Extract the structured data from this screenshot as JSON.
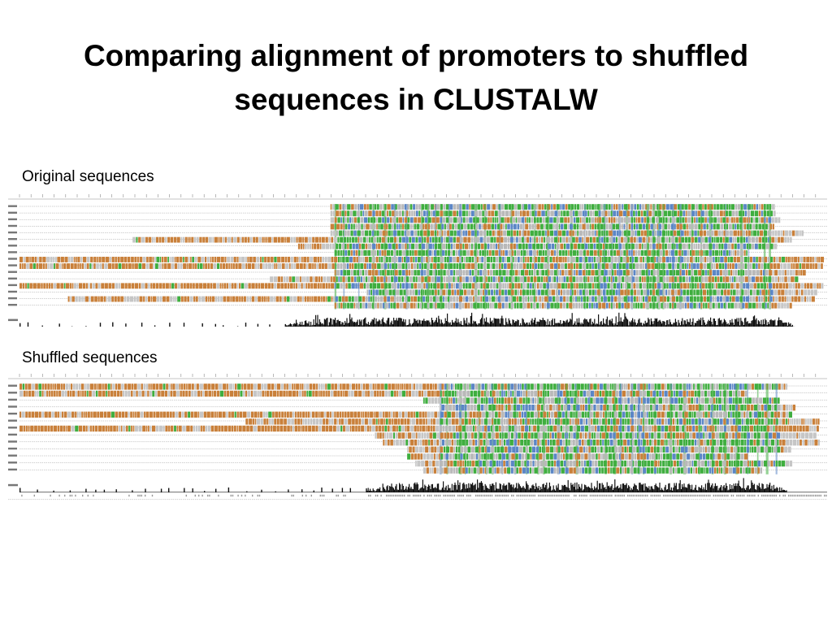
{
  "slide": {
    "title_line1": "Comparing alignment of promoters to shuffled",
    "title_line2": "sequences in CLUSTALW"
  },
  "sections": {
    "original_label": "Original sequences",
    "shuffled_label": "Shuffled sequences"
  },
  "colors": {
    "orange": "#c9803a",
    "green": "#3fae3f",
    "blue": "#5b86c6",
    "dashes": "#9a9a9a",
    "ruler": "#8a8a8a",
    "histogram": "#111111"
  },
  "alignments": [
    {
      "id": "original",
      "rows": [
        {
          "start": 0.385,
          "end": 0.935,
          "orange": 0.25
        },
        {
          "start": 0.385,
          "end": 0.935,
          "orange": 0.25
        },
        {
          "start": 0.385,
          "end": 0.94,
          "orange": 0.25
        },
        {
          "start": 0.385,
          "end": 0.935,
          "orange": 0.25
        },
        {
          "start": 0.385,
          "end": 0.97,
          "orange": 0.3
        },
        {
          "start": 0.14,
          "end": 0.955,
          "orange": 0.55
        },
        {
          "start": 0.345,
          "end": 0.935,
          "orange": 0.3
        },
        {
          "start": 0.39,
          "end": 0.9,
          "orange": 0.25
        },
        {
          "start": 0.0,
          "end": 0.995,
          "orange": 0.7
        },
        {
          "start": 0.0,
          "end": 0.995,
          "orange": 0.65
        },
        {
          "start": 0.39,
          "end": 0.97,
          "orange": 0.3
        },
        {
          "start": 0.31,
          "end": 0.96,
          "orange": 0.4
        },
        {
          "start": 0.0,
          "end": 0.995,
          "orange": 0.75
        },
        {
          "start": 0.43,
          "end": 0.985,
          "orange": 0.35
        },
        {
          "start": 0.06,
          "end": 0.985,
          "orange": 0.6
        },
        {
          "start": 0.39,
          "end": 0.955,
          "orange": 0.3
        }
      ],
      "block_start": 0.39,
      "block_end": 0.93,
      "hist_start": 0.33,
      "hist_end": 0.96
    },
    {
      "id": "shuffled",
      "rows": [
        {
          "start": 0.0,
          "end": 0.95,
          "orange": 0.7
        },
        {
          "start": 0.0,
          "end": 0.9,
          "orange": 0.7
        },
        {
          "start": 0.5,
          "end": 0.94,
          "orange": 0.3
        },
        {
          "start": 0.52,
          "end": 0.96,
          "orange": 0.3
        },
        {
          "start": 0.0,
          "end": 0.955,
          "orange": 0.7
        },
        {
          "start": 0.28,
          "end": 0.99,
          "orange": 0.5
        },
        {
          "start": 0.0,
          "end": 0.99,
          "orange": 0.7
        },
        {
          "start": 0.44,
          "end": 0.985,
          "orange": 0.4
        },
        {
          "start": 0.45,
          "end": 0.99,
          "orange": 0.4
        },
        {
          "start": 0.48,
          "end": 0.955,
          "orange": 0.35
        },
        {
          "start": 0.48,
          "end": 0.9,
          "orange": 0.35
        },
        {
          "start": 0.49,
          "end": 0.955,
          "orange": 0.35
        },
        {
          "start": 0.5,
          "end": 0.92,
          "orange": 0.35
        }
      ],
      "block_start": 0.52,
      "block_end": 0.94,
      "hist_start": 0.43,
      "hist_end": 0.95
    }
  ]
}
